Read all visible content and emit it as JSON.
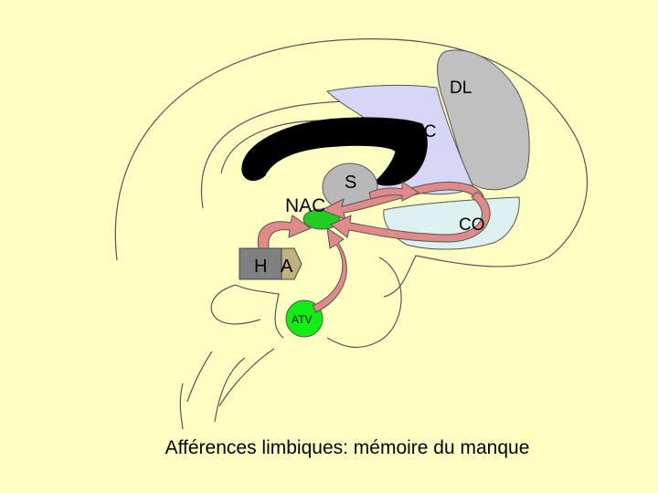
{
  "labels": {
    "dl": "DL",
    "cc": "CC",
    "s": "S",
    "nac": "NAC",
    "co": "CO",
    "h": "H",
    "a": "A",
    "atv": "ATV"
  },
  "caption": "Afférences limbiques: mémoire du manque",
  "colors": {
    "background": "#ffffc4",
    "outline": "#555555",
    "dl_region": "#c0c0c0",
    "cc_region": "#d6d6f6",
    "corpus_callosum": "#000000",
    "septum": "#b8b8b8",
    "co_region": "#ddf2ee",
    "nac_region": "#22cc22",
    "atv_region": "#11ee11",
    "h_block": "#808080",
    "a_block": "#bfb27a",
    "arrow": "#e08a8a"
  }
}
